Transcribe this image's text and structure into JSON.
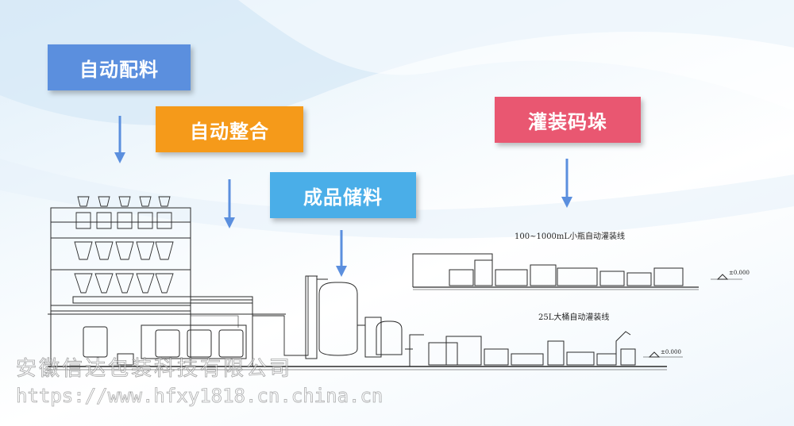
{
  "stages": {
    "auto_batching": "自动配料",
    "auto_integration": "自动整合",
    "product_storage": "成品储料",
    "filling_palletizing": "灌装码垛"
  },
  "lines": {
    "small_bottle_line": "100~1000mL小瓶自动灌装线",
    "barrel_line": "25L大桶自动灌装线",
    "level_mark_1": "±0.000",
    "level_mark_2": "±0.000"
  },
  "watermark": {
    "company": "安徽信达包装科技有限公司",
    "url": "https://www.hfxy1818.cn.china.cn"
  },
  "colors": {
    "batching": "#5b8fde",
    "integration": "#f59a1a",
    "storage": "#4aaee8",
    "filling": "#e95771",
    "arrow": "#5b8fde"
  }
}
